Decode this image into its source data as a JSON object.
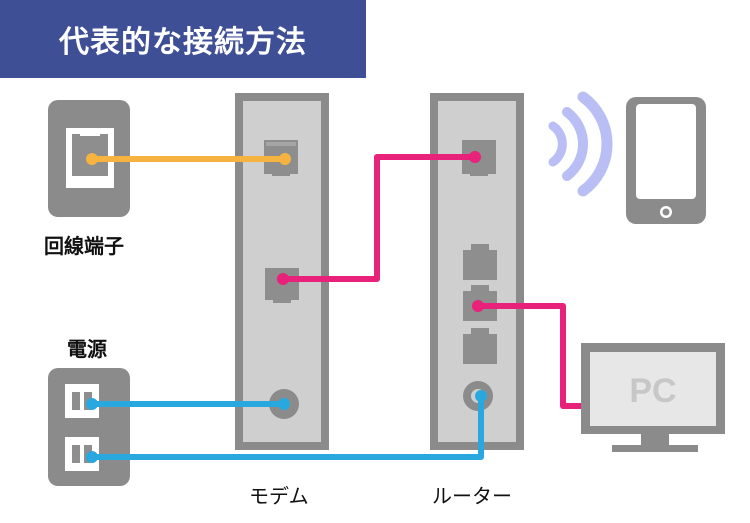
{
  "title": "代表的な接続方法",
  "labels": {
    "line_terminal": "回線端子",
    "power": "電源",
    "modem": "モデム",
    "router": "ルーター",
    "pc": "PC"
  },
  "colors": {
    "title_banner": "#3F4F96",
    "phone_cable": "#F6B33F",
    "lan_cable": "#E8217A",
    "power_cable": "#29A8E0",
    "device_fill": "#CFCFCF",
    "device_border": "#8B8B8B",
    "port": "#8E8E8E",
    "wifi": "#B9BFF5"
  },
  "icons": {
    "wifi": "wifi-waves-icon",
    "phone": "smartphone-icon",
    "monitor": "monitor-icon",
    "outlet": "power-outlet-icon",
    "jack": "phone-jack-icon"
  }
}
